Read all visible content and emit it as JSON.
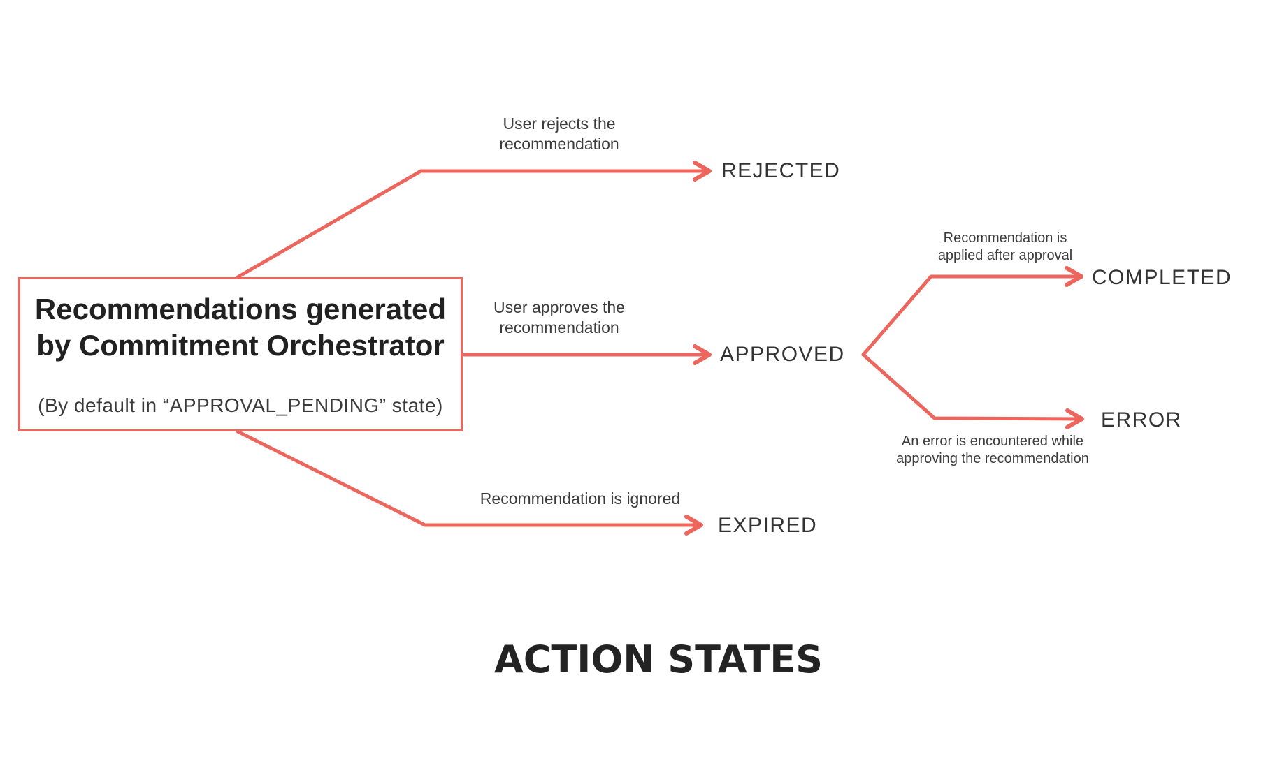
{
  "title": "ACTION STATES",
  "colors": {
    "accent": "#ec665e",
    "text_dark": "#2d2d2d"
  },
  "source_box": {
    "title": "Recommendations generated\nby Commitment Orchestrator",
    "subtitle": "(By default in “APPROVAL_PENDING” state)",
    "default_state": "APPROVAL_PENDING"
  },
  "states": [
    {
      "id": "rejected",
      "label": "REJECTED"
    },
    {
      "id": "approved",
      "label": "APPROVED"
    },
    {
      "id": "completed",
      "label": "COMPLETED"
    },
    {
      "id": "error",
      "label": "ERROR"
    },
    {
      "id": "expired",
      "label": "EXPIRED"
    }
  ],
  "transitions": [
    {
      "from": "APPROVAL_PENDING",
      "to": "REJECTED",
      "label": "User rejects the\nrecommendation"
    },
    {
      "from": "APPROVAL_PENDING",
      "to": "APPROVED",
      "label": "User approves the\nrecommendation"
    },
    {
      "from": "APPROVED",
      "to": "COMPLETED",
      "label": "Recommendation is\napplied after approval"
    },
    {
      "from": "APPROVED",
      "to": "ERROR",
      "label": "An error is encountered while\napproving the recommendation"
    },
    {
      "from": "APPROVAL_PENDING",
      "to": "EXPIRED",
      "label": "Recommendation is ignored"
    }
  ]
}
